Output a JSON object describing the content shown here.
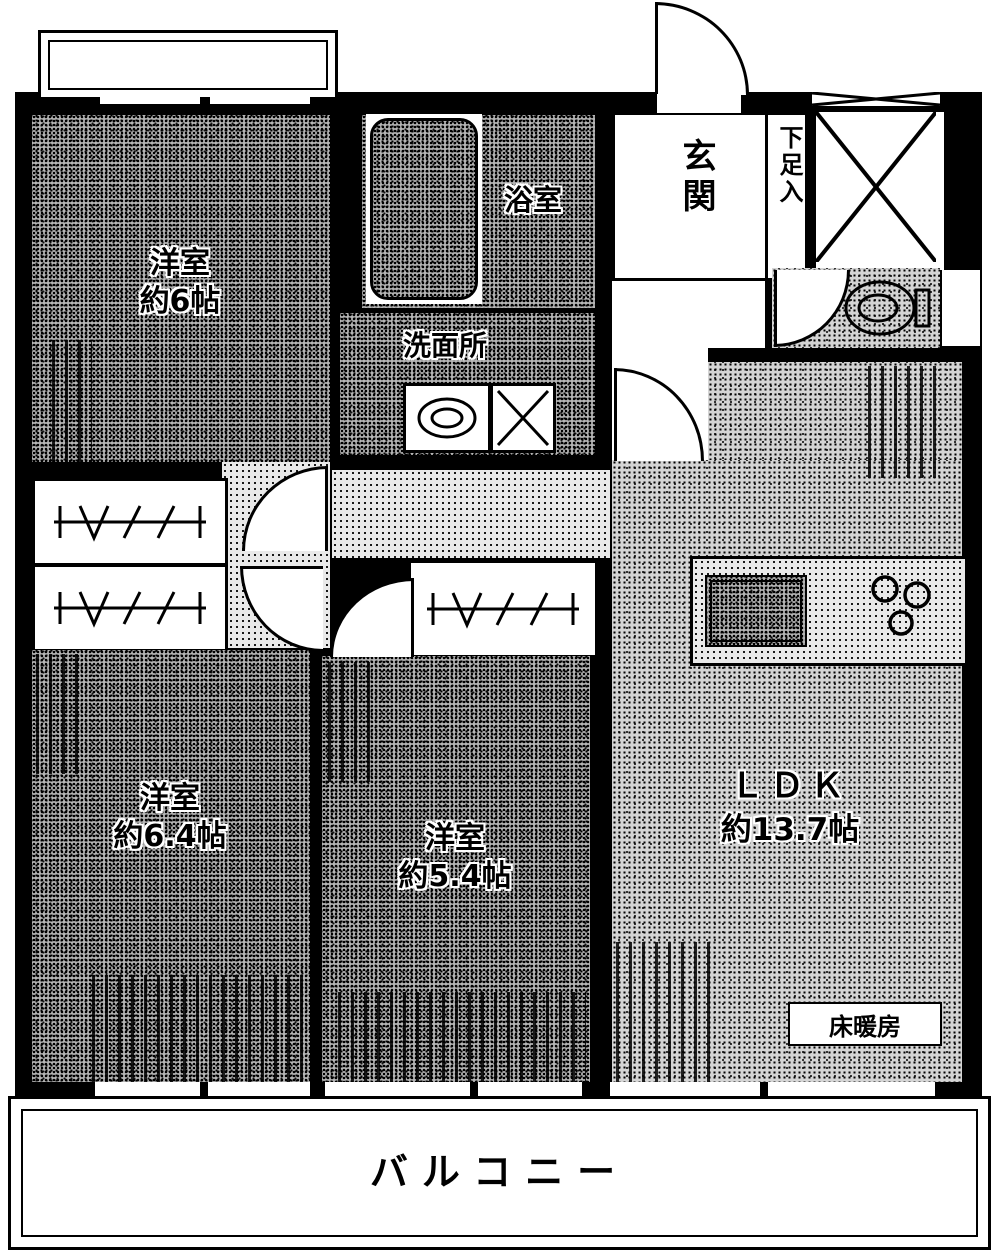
{
  "floorplan": {
    "rooms": {
      "bedroom1": {
        "label": "洋室",
        "size": "約6帖"
      },
      "bedroom2": {
        "label": "洋室",
        "size": "約6.4帖"
      },
      "bedroom3": {
        "label": "洋室",
        "size": "約5.4帖"
      },
      "ldk": {
        "label": "ＬＤＫ",
        "size": "約13.7帖"
      },
      "bath": {
        "label": "浴室"
      },
      "washroom": {
        "label": "洗面所"
      },
      "entrance": {
        "label": "玄関"
      },
      "shoe_storage": {
        "label": "下足入"
      },
      "balcony": {
        "label": "バルコニー"
      },
      "floor_heating": {
        "label": "床暖房"
      }
    },
    "colors": {
      "wall": "#000000",
      "background": "#ffffff"
    }
  }
}
